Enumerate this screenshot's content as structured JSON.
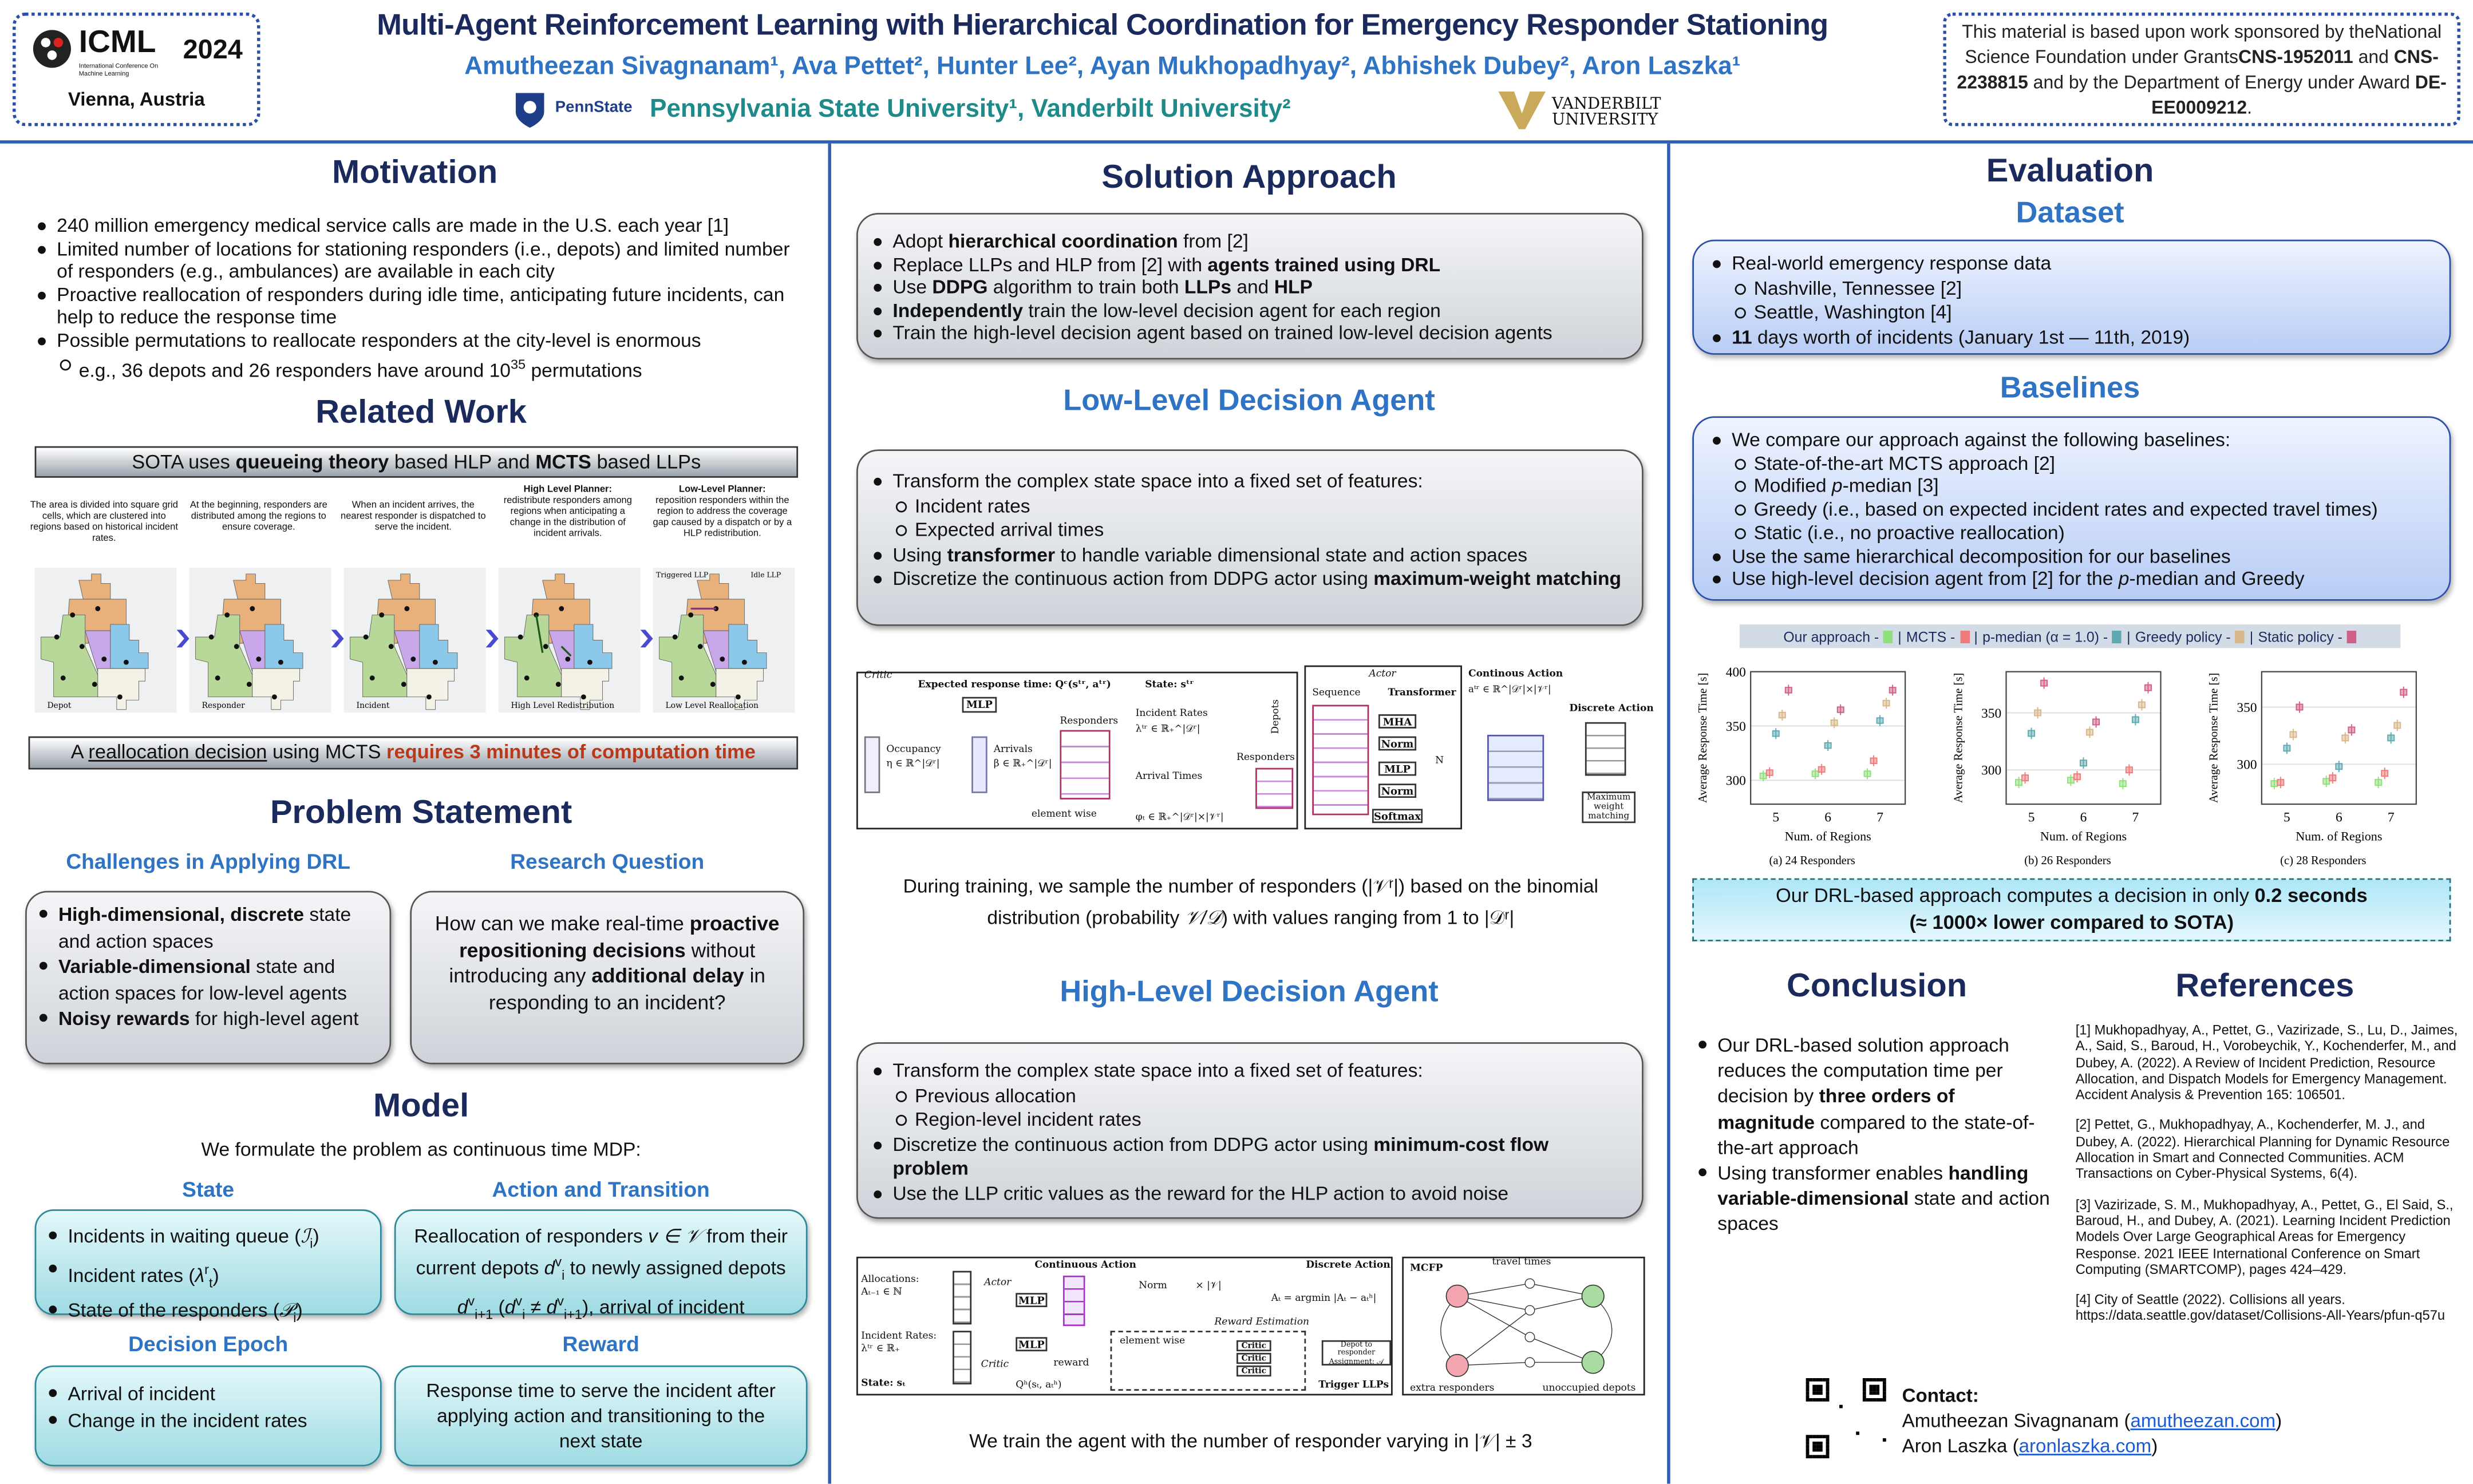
{
  "header": {
    "logo_text": "ICML",
    "logo_sub": "International Conference On Machine Learning",
    "year": "2024",
    "location": "Vienna, Austria",
    "title": "Multi-Agent Reinforcement Learning with Hierarchical Coordination for Emergency Responder Stationing",
    "authors": "Amutheezan Sivagnanam¹, Ava Pettet², Hunter Lee², Ayan Mukhopadhyay², Abhishek Dubey², Aron Laszka¹",
    "psu_logo": "PennState",
    "affiliations": "Pennsylvania State University¹, Vanderbilt University²",
    "vu_logo_1": "VANDERBILT",
    "vu_logo_2": "UNIVERSITY",
    "sponsor": [
      "This material is based upon work sponsored by the",
      "National Science Foundation under Grants",
      {
        "b": "CNS-1952011"
      },
      " and ",
      {
        "b": "CNS-2238815"
      },
      " and by the Department of Energy under Award ",
      {
        "b": "DE-EE0009212"
      },
      "."
    ]
  },
  "motivation": {
    "title": "Motivation",
    "items": [
      {
        "l": 1,
        "s": [
          "240 million emergency medical service calls are made in the U.S. each year [1]"
        ]
      },
      {
        "l": 1,
        "s": [
          "Limited number of locations for stationing responders (i.e., depots) and limited number of responders (e.g., ambulances) are available in each city"
        ]
      },
      {
        "l": 1,
        "s": [
          "Proactive reallocation of responders during idle time, anticipating future incidents, can help to reduce the response time"
        ]
      },
      {
        "l": 1,
        "s": [
          "Possible permutations to reallocate responders at the city-level is enormous"
        ]
      },
      {
        "l": 2,
        "s": [
          "e.g., 36 depots and 26 responders have around 10",
          {
            "sup": "35"
          },
          " permutations"
        ]
      }
    ]
  },
  "related": {
    "title": "Related Work",
    "banner": [
      "SOTA uses ",
      {
        "b": "queueing theory"
      },
      " based HLP and ",
      {
        "b": "MCTS"
      },
      " based LLPs"
    ],
    "captions": [
      {
        "head": "",
        "text": "The area is divided into square grid cells, which are clustered into regions based on historical incident rates."
      },
      {
        "head": "",
        "text": "At the beginning, responders are distributed among the regions to ensure coverage."
      },
      {
        "head": "",
        "text": "When an incident arrives, the nearest responder is dispatched to serve the incident."
      },
      {
        "head": "High Level Planner:",
        "text": "redistribute responders among regions when anticipating a change in the distribution of incident arrivals."
      },
      {
        "head": "Low-Level Planner:",
        "text": "reposition responders within the region to address the coverage gap caused by a dispatch or by a HLP redistribution."
      }
    ],
    "map_legends": [
      "Depot",
      "Responder",
      "Incident",
      "High Level Redistribution",
      "Low Level Reallocation"
    ],
    "llp_legend": [
      "Triggered LLP",
      "Idle LLP"
    ],
    "bottom": [
      "A ",
      {
        "u": "reallocation decision"
      },
      " using MCTS ",
      {
        "r": "requires 3 minutes of computation time"
      }
    ]
  },
  "problem": {
    "title": "Problem Statement",
    "challenges_title": "Challenges in Applying DRL",
    "question_title": "Research Question",
    "challenges": [
      {
        "l": 1,
        "s": [
          {
            "b": "High-dimensional, discrete"
          },
          " state and action spaces"
        ]
      },
      {
        "l": 1,
        "s": [
          {
            "b": "Variable-dimensional"
          },
          " state and action spaces for low-level agents"
        ]
      },
      {
        "l": 1,
        "s": [
          {
            "b": "Noisy rewards"
          },
          " for high-level agent"
        ]
      }
    ],
    "question": [
      "How can we make real-time ",
      {
        "b": "proactive repositioning decisions"
      },
      " without introducing any ",
      {
        "b": "additional delay"
      },
      " in responding to an incident?"
    ]
  },
  "model": {
    "title": "Model",
    "intro": "We formulate the problem as continuous time MDP:",
    "state_title": "State",
    "action_title": "Action and Transition",
    "epoch_title": "Decision Epoch",
    "reward_title": "Reward",
    "state": [
      {
        "l": 1,
        "s": [
          "Incidents in waiting queue (",
          {
            "i": "ℐ"
          },
          {
            "sub": "i"
          },
          ")"
        ]
      },
      {
        "l": 1,
        "s": [
          "Incident rates (",
          {
            "i": "λ"
          },
          {
            "sup": "r"
          },
          {
            "sub": "t"
          },
          ")"
        ]
      },
      {
        "l": 1,
        "s": [
          "State of the responders (",
          {
            "i": "𝒫"
          },
          {
            "sub": "i"
          },
          ")"
        ]
      }
    ],
    "action": [
      "Reallocation of responders ",
      {
        "i": "v ∈ 𝒱"
      },
      " from their current depots ",
      {
        "i": "d"
      },
      {
        "sup": "v"
      },
      {
        "sub": "i"
      },
      " to newly assigned depots ",
      {
        "i": "d"
      },
      {
        "sup": "v"
      },
      {
        "sub": "i+1"
      },
      " (",
      {
        "i": "d"
      },
      {
        "sup": "v"
      },
      {
        "sub": "i"
      },
      " ≠ ",
      {
        "i": "d"
      },
      {
        "sup": "v"
      },
      {
        "sub": "i+1"
      },
      "), arrival of incident"
    ],
    "epoch": [
      {
        "l": 1,
        "s": [
          "Arrival of incident"
        ]
      },
      {
        "l": 1,
        "s": [
          "Change in the incident rates"
        ]
      }
    ],
    "reward": [
      "Response time to serve the incident after applying action and transitioning to the next state"
    ]
  },
  "solution": {
    "title": "Solution Approach",
    "items": [
      {
        "l": 1,
        "s": [
          "Adopt ",
          {
            "b": "hierarchical coordination"
          },
          " from [2]"
        ]
      },
      {
        "l": 1,
        "s": [
          "Replace LLPs and HLP from [2] with ",
          {
            "b": "agents trained using DRL"
          }
        ]
      },
      {
        "l": 1,
        "s": [
          "Use ",
          {
            "b": "DDPG"
          },
          " algorithm to train both ",
          {
            "b": "LLPs"
          },
          " and ",
          {
            "b": "HLP"
          }
        ]
      },
      {
        "l": 1,
        "s": [
          {
            "b": "Independently"
          },
          " train the low-level decision agent for each region"
        ]
      },
      {
        "l": 1,
        "s": [
          "Train the high-level decision agent based on trained low-level decision agents"
        ]
      }
    ]
  },
  "low": {
    "title": "Low-Level Decision Agent",
    "items": [
      {
        "l": 1,
        "s": [
          "Transform the complex state space into a fixed set of features:"
        ]
      },
      {
        "l": 2,
        "s": [
          "Incident rates"
        ]
      },
      {
        "l": 2,
        "s": [
          "Expected arrival times"
        ]
      },
      {
        "l": 1,
        "s": [
          "Using ",
          {
            "b": "transformer"
          },
          " to handle variable dimensional state and action spaces"
        ]
      },
      {
        "l": 1,
        "s": [
          "Discretize the continuous action from DDPG actor using ",
          {
            "b": "maximum-weight matching"
          }
        ]
      }
    ],
    "diagram": {
      "critic": "Critic",
      "q": "Expected response time: Qᶜ(sᵗʳ, aᵗʳ)",
      "mlp": "MLP",
      "occupancy": "Occupancy",
      "occ_f": "η ∈ ℝ^|𝒟ʳ|",
      "arrivals": "Arrivals",
      "arr_f": "β ∈ ℝ₊^|𝒟ʳ|",
      "responders": "Responders",
      "elementwise": "element wise",
      "state": "State: sᵗʳ",
      "rates": "Incident Rates",
      "rates_f": "λᵗʳ ∈ ℝ₊^|𝒟ʳ|",
      "arrtimes": "Arrival Times",
      "arrtimes_f": "φₜ ∈ ℝ₊^|𝒟ʳ|×|𝒱ʳ|",
      "depots": "Depots",
      "actor": "Actor",
      "sequence": "Sequence",
      "transformer": "Transformer",
      "mha": "MHA",
      "norm": "Norm",
      "mlp2": "MLP",
      "softmax": "Softmax",
      "n": "N",
      "cont": "Continous Action",
      "cont_f": "aᵗʳ ∈ ℝ^|𝒟ʳ|×|𝒱ʳ|",
      "disc": "Discrete Action",
      "mwm": "Maximum weight matching"
    },
    "note": [
      "During training, we sample the number of responders (|𝒱ʳ|) based on the binomial distribution (probability ",
      {
        "i": "𝒱/𝒟"
      },
      ") with values ranging from 1 to |𝒟ʳ|"
    ]
  },
  "high": {
    "title": "High-Level Decision Agent",
    "items": [
      {
        "l": 1,
        "s": [
          "Transform the complex state space into a fixed set of features:"
        ]
      },
      {
        "l": 2,
        "s": [
          "Previous allocation"
        ]
      },
      {
        "l": 2,
        "s": [
          "Region-level incident rates"
        ]
      },
      {
        "l": 1,
        "s": [
          "Discretize the continuous action from DDPG actor using ",
          {
            "b": "minimum-cost flow problem"
          }
        ]
      },
      {
        "l": 1,
        "s": [
          "Use the LLP critic values as the reward for the HLP action to avoid noise"
        ]
      }
    ],
    "diagram": {
      "alloc": "Allocations:",
      "alloc_f": "Aₜ₋₁ ∈ ℕ",
      "rates": "Incident Rates:",
      "rates_f": "λᵗʳ ∈ ℝ₊",
      "state": "State: sₜ",
      "actor": "Actor",
      "critic": "Critic",
      "mlp": "MLP",
      "mlp2": "MLP",
      "cont": "Continuous Action",
      "norm": "Norm",
      "mult": "× |𝒱|",
      "reward": "reward",
      "reward_est": "Reward Estimation",
      "critics": "Critic",
      "elementwise": "element wise",
      "qh": "Qʰ(sₜ, aₜʰ)",
      "disc": "Discrete Action",
      "argmin": "Aₜ = argmin |Aₜ − aₜʰ|",
      "assign": "Depot to responder Assignment: 𝒜",
      "trigger": "Trigger LLPs",
      "mcfp": "MCFP",
      "travel": "travel times",
      "extra": "extra responders",
      "unocc": "unoccupied depots"
    },
    "note": "We train the agent with the number of responder varying in |𝒱| ± 3"
  },
  "evaluation": {
    "title": "Evaluation",
    "dataset_title": "Dataset",
    "baselines_title": "Baselines",
    "dataset": [
      {
        "l": 1,
        "s": [
          "Real-world emergency response data"
        ]
      },
      {
        "l": 2,
        "s": [
          "Nashville, Tennessee [2]"
        ]
      },
      {
        "l": 2,
        "s": [
          "Seattle, Washington [4]"
        ]
      },
      {
        "l": 1,
        "s": [
          {
            "b": "11"
          },
          " days worth of incidents (January 1st — 11th, 2019)"
        ]
      }
    ],
    "baselines": [
      {
        "l": 1,
        "s": [
          "We compare our approach against the following baselines:"
        ]
      },
      {
        "l": 2,
        "s": [
          "State-of-the-art MCTS approach [2]"
        ]
      },
      {
        "l": 2,
        "s": [
          "Modified ",
          {
            "i": "p"
          },
          "-median [3]"
        ]
      },
      {
        "l": 2,
        "s": [
          "Greedy (i.e., based on expected incident rates and expected travel times)"
        ]
      },
      {
        "l": 2,
        "s": [
          "Static  (i.e., no proactive reallocation)"
        ]
      },
      {
        "l": 1,
        "s": [
          "Use the same hierarchical decomposition for our baselines"
        ]
      },
      {
        "l": 1,
        "s": [
          "Use high-level decision agent from [2] for the ",
          {
            "i": "p"
          },
          "-median and Greedy"
        ]
      }
    ],
    "highlight": [
      "Our DRL-based approach computes a decision in only ",
      {
        "b": "0.2 seconds"
      }
    ],
    "highlight2": [
      {
        "b": "(≈ 1000× lower compared to SOTA)"
      }
    ]
  },
  "chart_data": [
    {
      "type": "box",
      "title": "(a) 24 Responders",
      "xlabel": "Num. of Regions",
      "ylabel": "Average Response Time [s]",
      "categories": [
        "5",
        "6",
        "7"
      ],
      "ylim": [
        278,
        400
      ],
      "yticks": [
        300,
        350,
        400
      ],
      "grid": true,
      "legend": "top",
      "series": [
        {
          "name": "Our approach",
          "color": "#8fe07a",
          "values": [
            304,
            306,
            306
          ]
        },
        {
          "name": "MCTS",
          "color": "#f07a7a",
          "values": [
            307,
            310,
            318
          ]
        },
        {
          "name": "p-median (α = 1.0)",
          "color": "#5fa9b0",
          "values": [
            343,
            332,
            355
          ]
        },
        {
          "name": "Greedy policy",
          "color": "#d8b88a",
          "values": [
            360,
            353,
            371
          ]
        },
        {
          "name": "Static policy",
          "color": "#d0608a",
          "values": [
            383,
            365,
            383
          ]
        }
      ]
    },
    {
      "type": "box",
      "title": "(b) 26 Responders",
      "xlabel": "Num. of Regions",
      "ylabel": "Average Response Time [s]",
      "categories": [
        "5",
        "6",
        "7"
      ],
      "ylim": [
        270,
        386
      ],
      "yticks": [
        300,
        350
      ],
      "grid": true,
      "legend": "top",
      "series": [
        {
          "name": "Our approach",
          "color": "#8fe07a",
          "values": [
            289,
            291,
            288
          ]
        },
        {
          "name": "MCTS",
          "color": "#f07a7a",
          "values": [
            293,
            294,
            300
          ]
        },
        {
          "name": "p-median (α = 1.0)",
          "color": "#5fa9b0",
          "values": [
            332,
            306,
            344
          ]
        },
        {
          "name": "Greedy policy",
          "color": "#d8b88a",
          "values": [
            350,
            333,
            357
          ]
        },
        {
          "name": "Static policy",
          "color": "#d0608a",
          "values": [
            376,
            342,
            372
          ]
        }
      ]
    },
    {
      "type": "box",
      "title": "(c) 28 Responders",
      "xlabel": "Num. of Regions",
      "ylabel": "Average Response Time [s]",
      "categories": [
        "5",
        "6",
        "7"
      ],
      "ylim": [
        265,
        381
      ],
      "yticks": [
        300,
        350
      ],
      "grid": true,
      "legend": "top",
      "series": [
        {
          "name": "Our approach",
          "color": "#8fe07a",
          "values": [
            283,
            285,
            284
          ]
        },
        {
          "name": "MCTS",
          "color": "#f07a7a",
          "values": [
            284,
            288,
            292
          ]
        },
        {
          "name": "p-median (α = 1.0)",
          "color": "#5fa9b0",
          "values": [
            314,
            298,
            323
          ]
        },
        {
          "name": "Greedy policy",
          "color": "#d8b88a",
          "values": [
            326,
            323,
            334
          ]
        },
        {
          "name": "Static policy",
          "color": "#d0608a",
          "values": [
            350,
            330,
            363
          ]
        }
      ]
    }
  ],
  "conclusion": {
    "title": "Conclusion",
    "items": [
      {
        "l": 1,
        "s": [
          "Our DRL-based solution approach reduces the computation time per decision by ",
          {
            "b": "three orders of magnitude"
          },
          " compared to the state-of-the-art approach"
        ]
      },
      {
        "l": 1,
        "s": [
          "Using transformer enables ",
          {
            "b": "handling variable-dimensional"
          },
          " state and action spaces"
        ]
      }
    ]
  },
  "references": {
    "title": "References",
    "items": [
      "[1] Mukhopadhyay, A., Pettet, G., Vazirizade, S., Lu, D., Jaimes, A., Said, S., Baroud, H., Vorobeychik, Y., Kochenderfer, M., and Dubey, A. (2022). A Review of Incident Prediction, Resource Allocation, and Dispatch Models for Emergency Management. Accident Analysis & Prevention 165: 106501.",
      "[2] Pettet, G., Mukhopadhyay, A., Kochenderfer, M. J., and Dubey, A. (2022). Hierarchical Planning for Dynamic Resource Allocation in Smart and Connected Communities. ACM Transactions on Cyber-Physical Systems, 6(4).",
      "[3] Vazirizade, S. M., Mukhopadhyay, A., Pettet, G., El Said, S., Baroud, H., and Dubey, A. (2021). Learning Incident Prediction Models Over Large Geographical Areas for Emergency Response. 2021 IEEE International Conference on Smart Computing (SMARTCOMP), pages 424–429.",
      "[4] City of Seattle (2022). Collisions all years. https://data.seattle.gov/dataset/Collisions-All-Years/pfun-q57u"
    ]
  },
  "contact": {
    "title": "Contact:",
    "name1": "Amutheezan Sivagnanam (",
    "link1": "amutheezan.com",
    "name2": "Aron Laszka (",
    "link2": "aronlaszka.com",
    "close": ")"
  },
  "colors": {
    "navy": "#1b2a5c",
    "blue": "#2f73c4",
    "red": "#b8381a"
  }
}
